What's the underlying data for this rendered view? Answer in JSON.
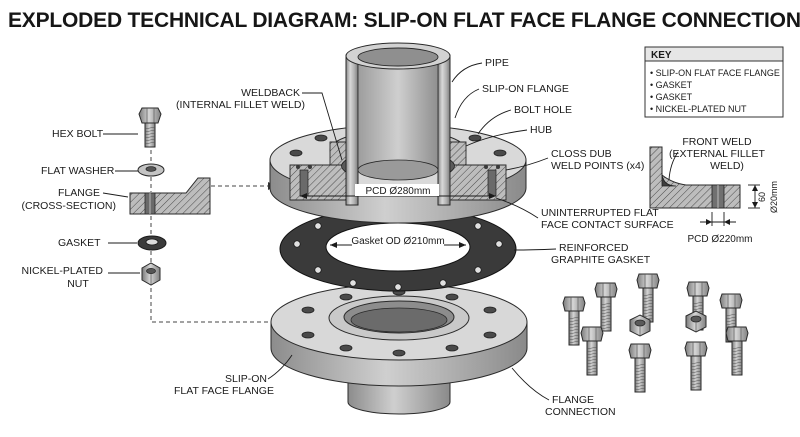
{
  "title": "EXPLODED TECHNICAL DIAGRAM: SLIP-ON FLAT FACE FLANGE CONNECTION",
  "key": {
    "heading": "KEY",
    "items": [
      "• SLIP-ON FLAT FACE FLANGE",
      "• GASKET",
      "• GASKET",
      "• NICKEL-PLATED NUT"
    ]
  },
  "left_labels": {
    "hex_bolt": "HEX BOLT",
    "flat_washer": "FLAT WASHER",
    "flange_1": "FLANGE",
    "flange_2": "(CROSS-SECTION)",
    "gasket": "GASKET",
    "nut_1": "NICKEL-PLATED",
    "nut_2": "NUT"
  },
  "callouts": {
    "weldback_1": "WELDBACK",
    "weldback_2": "(INTERNAL FILLET WELD)",
    "pipe": "PIPE",
    "slipon_flange": "SLIP-ON FLANGE",
    "bolt_hole": "BOLT HOLE",
    "hub": "HUB",
    "weld_points_1": "CLOSS DUB",
    "weld_points_2": "WELD POINTS (x4)",
    "contact_1": "UNINTERRUPTED FLAT",
    "contact_2": "FACE CONTACT SURFACE",
    "graphite_1": "REINFORCED",
    "graphite_2": "GRAPHITE GASKET",
    "bottom_flange_1": "SLIP-ON",
    "bottom_flange_2": "FLAT FACE FLANGE",
    "connection_1": "FLANGE",
    "connection_2": "CONNECTION",
    "front_weld_1": "FRONT WELD",
    "front_weld_2": "(EXTERNAL FILLET",
    "front_weld_3": "WELD)"
  },
  "dimensions": {
    "pcd_main": "PCD Ø280mm",
    "gasket_od": "Gasket OD Ø210mm",
    "pcd_detail": "PCD Ø220mm",
    "height_60": "60",
    "dia_20": "Ø20mm"
  },
  "colors": {
    "metal_light": "#d4d4d4",
    "metal_mid": "#a9a9a9",
    "metal_dark": "#6f6f6f",
    "gasket": "#3a3a3a"
  }
}
